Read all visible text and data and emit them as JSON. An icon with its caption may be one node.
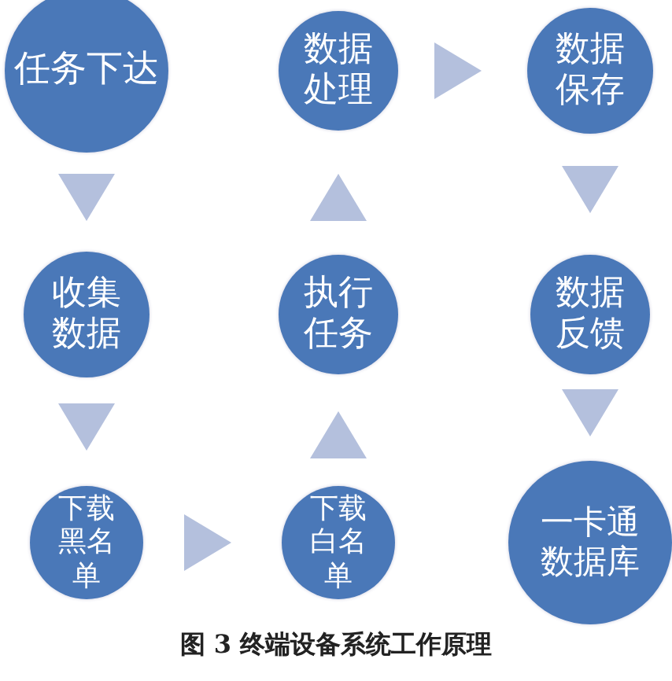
{
  "diagram": {
    "caption": "图 3 终端设备系统工作原理",
    "nodes": [
      {
        "text": [
          "任务下达"
        ]
      },
      {
        "text": [
          "收集数据"
        ]
      },
      {
        "text": [
          "下载黑名单"
        ]
      },
      {
        "text": [
          "下载白名单"
        ]
      },
      {
        "text": [
          "执行任务"
        ]
      },
      {
        "text": [
          "数据处理"
        ]
      },
      {
        "text": [
          "数据保存"
        ]
      },
      {
        "text": [
          "数据反馈"
        ]
      },
      {
        "text": [
          "一卡通数据库"
        ]
      }
    ],
    "edges": [
      {
        "from": 0,
        "to": 1,
        "arrow": "to"
      },
      {
        "from": 1,
        "to": 2,
        "arrow": "to"
      },
      {
        "from": 2,
        "to": 3,
        "arrow": "to"
      },
      {
        "from": 3,
        "to": 4,
        "arrow": "to"
      },
      {
        "from": 4,
        "to": 5,
        "arrow": "to"
      },
      {
        "from": 5,
        "to": 6,
        "arrow": "to"
      },
      {
        "from": 6,
        "to": 7,
        "arrow": "to"
      },
      {
        "from": 7,
        "to": 8,
        "arrow": "to"
      }
    ]
  }
}
